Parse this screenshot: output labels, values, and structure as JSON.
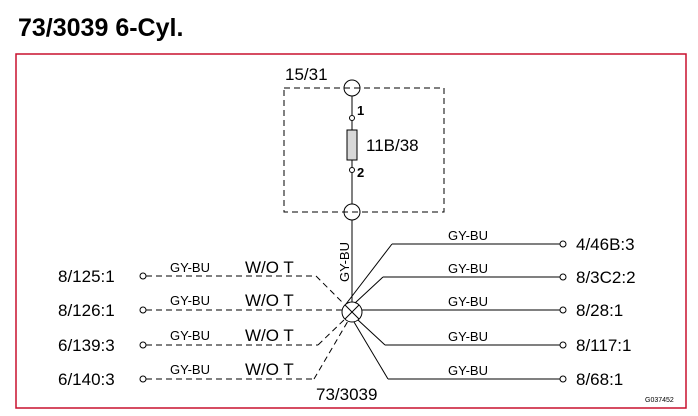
{
  "title": "73/3039 6-Cyl.",
  "frame_color": "#c8102e",
  "ground_point": {
    "label": "15/31"
  },
  "component": {
    "label": "11B/38",
    "pin_top": "1",
    "pin_bottom": "2"
  },
  "splice": {
    "label": "73/3039",
    "vertical_wire_color": "GY-BU"
  },
  "left_connections": [
    {
      "label": "8/125:1",
      "wire_color": "GY-BU",
      "condition": "W/O T"
    },
    {
      "label": "8/126:1",
      "wire_color": "GY-BU",
      "condition": "W/O T"
    },
    {
      "label": "6/139:3",
      "wire_color": "GY-BU",
      "condition": "W/O T"
    },
    {
      "label": "6/140:3",
      "wire_color": "GY-BU",
      "condition": "W/O T"
    }
  ],
  "right_connections": [
    {
      "label": "4/46B:3",
      "wire_color": "GY-BU"
    },
    {
      "label": "8/3C2:2",
      "wire_color": "GY-BU"
    },
    {
      "label": "8/28:1",
      "wire_color": "GY-BU"
    },
    {
      "label": "8/117:1",
      "wire_color": "GY-BU"
    },
    {
      "label": "8/68:1",
      "wire_color": "GY-BU"
    }
  ],
  "figure_id": "G037452"
}
